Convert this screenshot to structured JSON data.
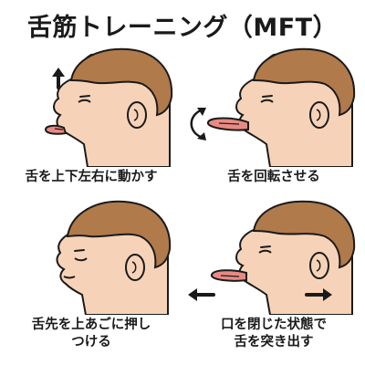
{
  "title": "舌筋トレーニング（MFT）",
  "panels": [
    {
      "caption_line1": "舌を上下左右に動かす",
      "caption_line2": ""
    },
    {
      "caption_line1": "舌を回転させる",
      "caption_line2": ""
    },
    {
      "caption_line1": "舌先を上あごに押し",
      "caption_line2": "つける"
    },
    {
      "caption_line1": "口を閉じた状態で",
      "caption_line2": "舌を突き出す"
    }
  ],
  "colors": {
    "skin": "#f6d3b8",
    "hair": "#b07a4a",
    "tongue": "#e88a84",
    "outline": "#1a1a1a"
  }
}
